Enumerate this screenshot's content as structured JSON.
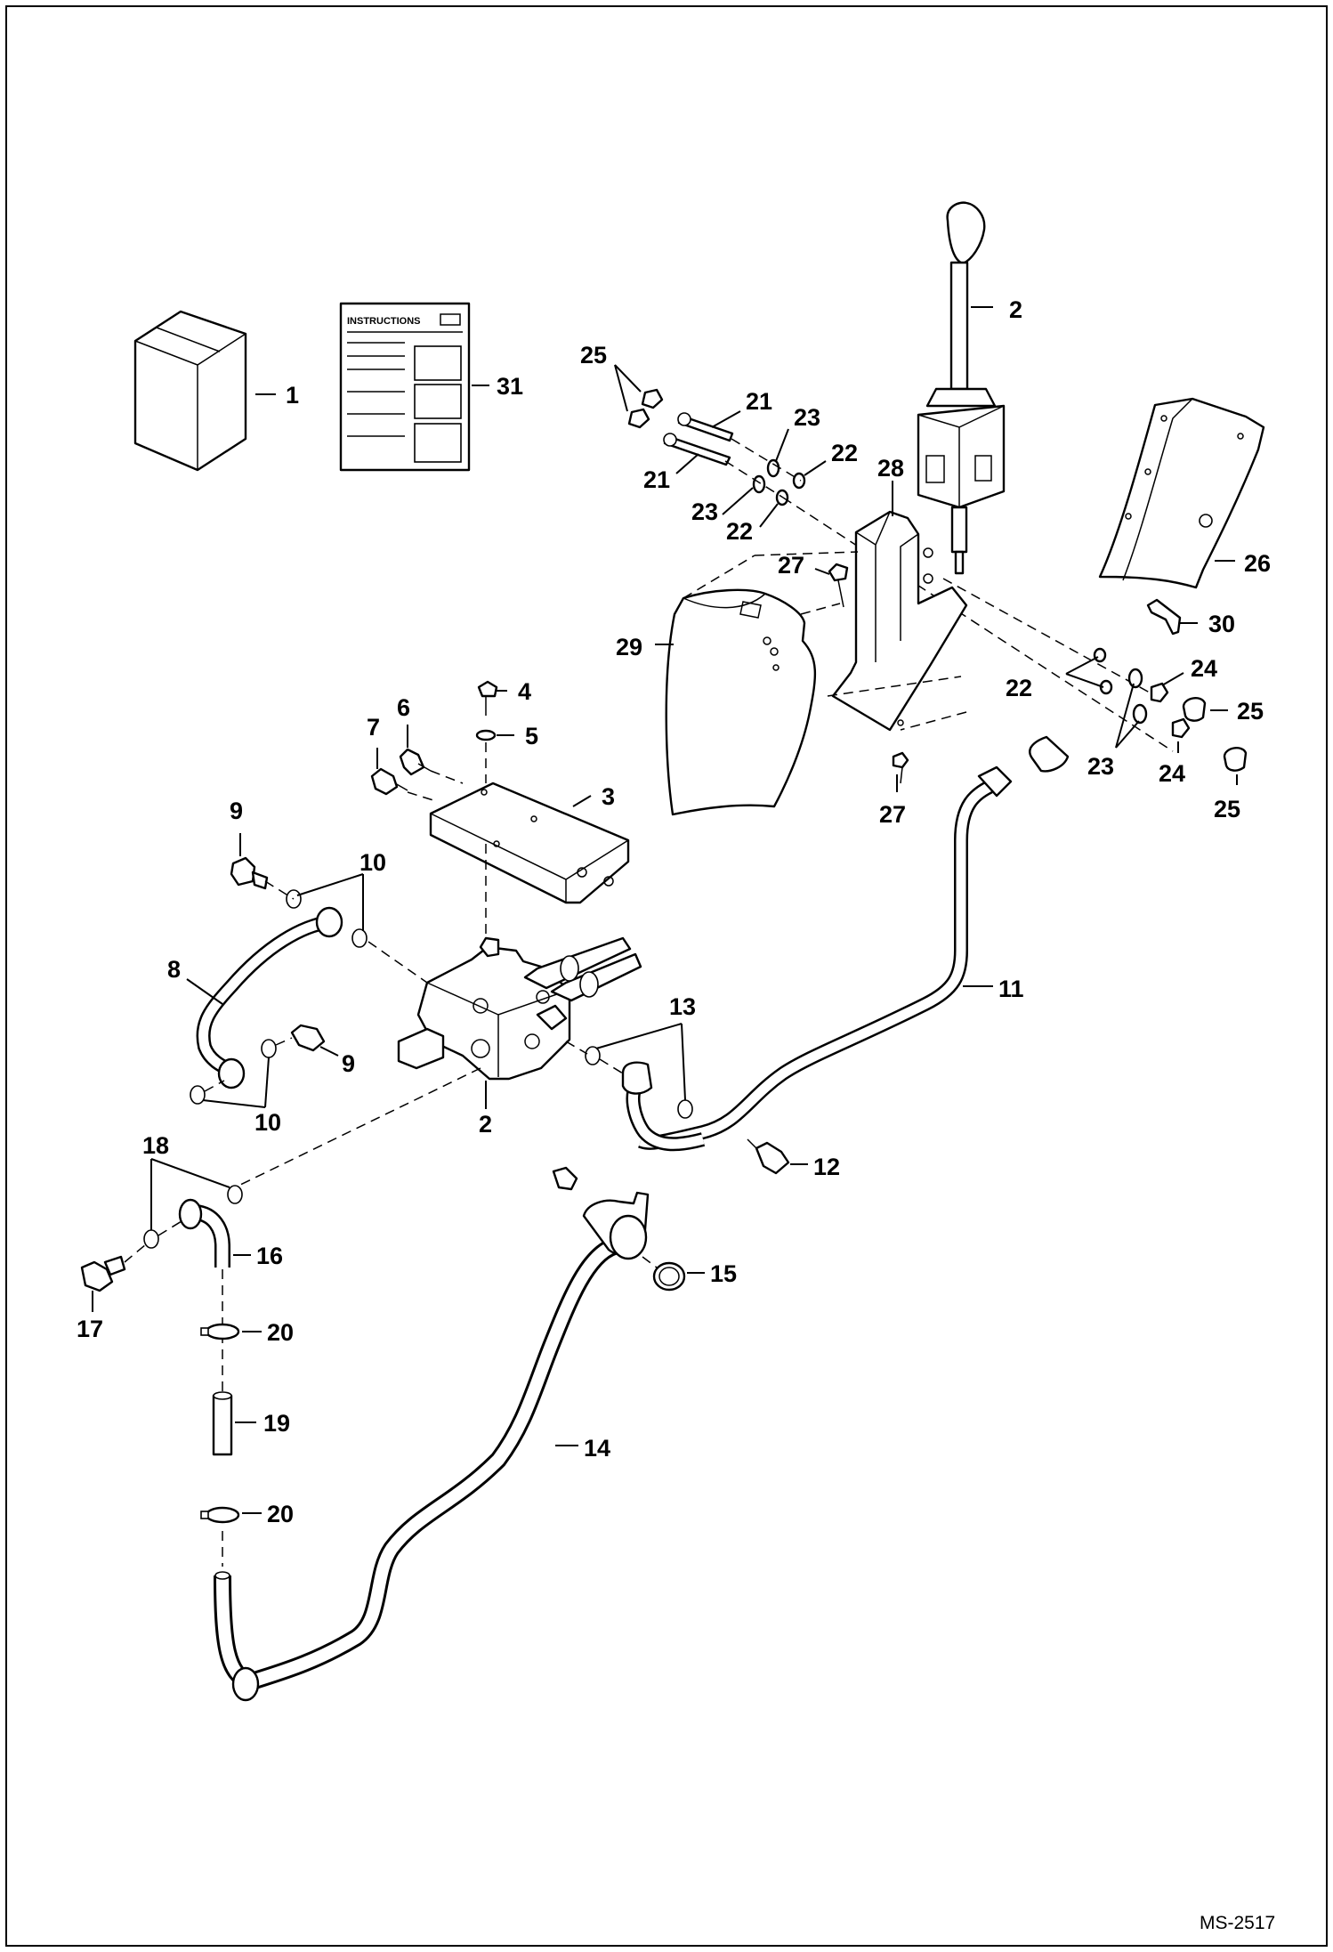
{
  "figure_id": "MS-2517",
  "instructions_title": "INSTRUCTIONS",
  "callouts": {
    "c1": "1",
    "c2a": "2",
    "c2b": "2",
    "c3": "3",
    "c4": "4",
    "c5": "5",
    "c6": "6",
    "c7": "7",
    "c8": "8",
    "c9a": "9",
    "c9b": "9",
    "c10a": "10",
    "c10b": "10",
    "c11": "11",
    "c12": "12",
    "c13": "13",
    "c14": "14",
    "c15": "15",
    "c16": "16",
    "c17": "17",
    "c18": "18",
    "c19": "19",
    "c20a": "20",
    "c20b": "20",
    "c21a": "21",
    "c21b": "21",
    "c22a": "22",
    "c22b": "22",
    "c22c": "22",
    "c23a": "23",
    "c23b": "23",
    "c23c": "23",
    "c24a": "24",
    "c24b": "24",
    "c25a": "25",
    "c25b": "25",
    "c25c": "25",
    "c26": "26",
    "c27a": "27",
    "c27b": "27",
    "c28": "28",
    "c29": "29",
    "c30": "30",
    "c31": "31"
  }
}
